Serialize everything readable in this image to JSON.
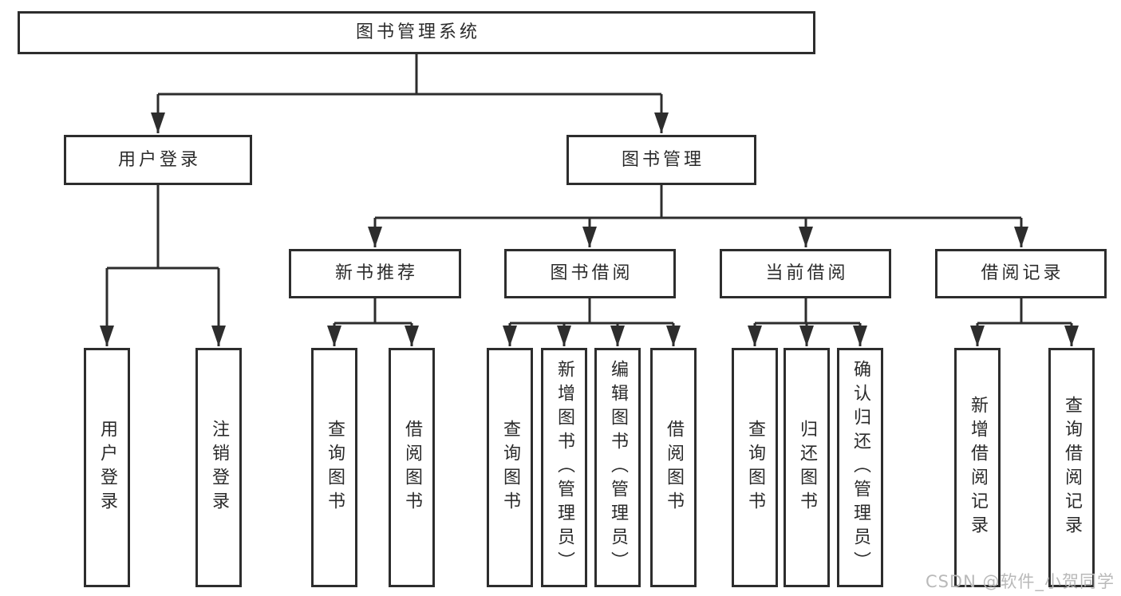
{
  "tree": {
    "root": {
      "label": "图书管理系统"
    },
    "user_branch": {
      "label": "用户登录",
      "children": [
        {
          "label": "用户登录"
        },
        {
          "label": "注销登录"
        }
      ]
    },
    "book_branch": {
      "label": "图书管理",
      "groups": [
        {
          "label": "新书推荐",
          "children": [
            {
              "label": "查询图书"
            },
            {
              "label": "借阅图书"
            }
          ]
        },
        {
          "label": "图书借阅",
          "children": [
            {
              "label": "查询图书"
            },
            {
              "label": "新增图书（管理员）"
            },
            {
              "label": "编辑图书（管理员）"
            },
            {
              "label": "借阅图书"
            }
          ]
        },
        {
          "label": "当前借阅",
          "children": [
            {
              "label": "查询图书"
            },
            {
              "label": "归还图书"
            },
            {
              "label": "确认归还（管理员）"
            }
          ]
        },
        {
          "label": "借阅记录",
          "children": [
            {
              "label": "新增借阅记录"
            },
            {
              "label": "查询借阅记录"
            }
          ]
        }
      ]
    }
  },
  "watermark": {
    "text": "CSDN @软件_小贺同学"
  },
  "style": {
    "line_color": "#2d2d2d",
    "text_color": "#2b2b2b",
    "watermark_color": "#b9b9b9",
    "background": "#ffffff"
  }
}
